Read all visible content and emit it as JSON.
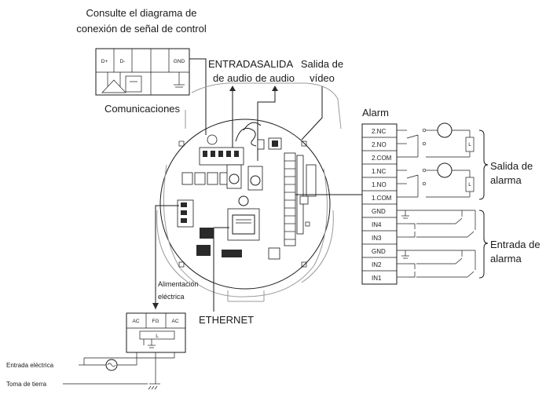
{
  "captions": {
    "control_ref": [
      "Consulte el diagrama de",
      "conexión de señal de control"
    ],
    "communications": "Comunicaciones",
    "audio_in": [
      "ENTRADA",
      "de audio"
    ],
    "audio_out": [
      "SALIDA",
      "de audio"
    ],
    "video_out": [
      "Salida de",
      "vídeo"
    ],
    "alarm": "Alarm",
    "power": [
      "Alimentación",
      "eléctrica"
    ],
    "ethernet": "ETHERNET",
    "power_input": "Entrada eléctrica",
    "ground": "Toma de tierra",
    "alarm_output": [
      "Salida de",
      "alarma"
    ],
    "alarm_input": [
      "Entrada de",
      "alarma"
    ]
  },
  "comm_terminals": [
    "D+",
    "D-",
    "GND"
  ],
  "power_terminals": [
    "AC",
    "FG",
    "AC"
  ],
  "alarm_terminals": [
    "2.NC",
    "2.NO",
    "2.COM",
    "1.NC",
    "1.NO",
    "1.COM",
    "GND",
    "IN4",
    "IN3",
    "GND",
    "IN2",
    "IN1"
  ],
  "relay_symbol": "L"
}
